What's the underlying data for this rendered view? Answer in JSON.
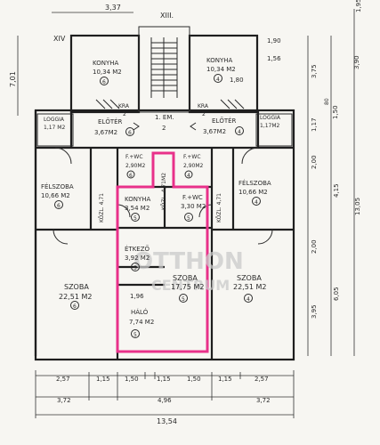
{
  "labels": {
    "top_dim": "3,37",
    "stair_no": "XIII.",
    "wing_no": "XIV",
    "left_dim": "7,01",
    "right_top_dim": "1,95",
    "right_3_90": "3,90",
    "right_3_75": "3,75",
    "right_1_80_small": "80",
    "right_1_50": "1,50",
    "right_1_17": "1,17",
    "right_2_00a": "2,00",
    "right_4_15": "4,15",
    "right_13_05": "13,05",
    "right_2_00b": "2,00",
    "right_6_05": "6,05",
    "right_3_95": "3,95",
    "dim_1_90": "1,90",
    "dim_1_56": "1,56",
    "dim_1_80": "1,80",
    "landing": "1. EM.",
    "landing_no": "2",
    "kamra": "KRA",
    "kamra_no_l": "2",
    "kamra_no_r": "2",
    "loggia_l_name": "LOGGIA",
    "loggia_l_area": "1,17 M2",
    "loggia_r_name": "LOGGIA",
    "loggia_r_area": "1,17M2",
    "kozl_l": "KÖZL. 4,71",
    "kozl_c": "KÖZL. 4,71M2",
    "kozl_r": "KÖZL. 4,71",
    "dim_1_96": "1,96",
    "watermark_line1": "OTTHON",
    "watermark_line2": "CENTRUM"
  },
  "rooms": [
    {
      "name": "KONYHA",
      "area": "10,34 M2",
      "num": "6"
    },
    {
      "name": "KONYHA",
      "area": "10,34 M2",
      "num": "4"
    },
    {
      "name": "ELŐTÉR",
      "area": "3,67M2",
      "num": "6"
    },
    {
      "name": "ELŐTÉR",
      "area": "3,67M2",
      "num": "4"
    },
    {
      "name": "F.+WC",
      "area": "2,90M2",
      "num": "6"
    },
    {
      "name": "F.+WC",
      "area": "2,90M2",
      "num": "4"
    },
    {
      "name": "FÉLSZOBA",
      "area": "10,66 M2",
      "num": "6"
    },
    {
      "name": "FÉLSZOBA",
      "area": "10,66 M2",
      "num": "4"
    },
    {
      "name": "KONYHA",
      "area": "3,54 M2",
      "num": "5"
    },
    {
      "name": "F.+WC",
      "area": "3,30 M2",
      "num": "5"
    },
    {
      "name": "ÉTKEZŐ",
      "area": "3,92 M2",
      "num": "5"
    },
    {
      "name": "SZOBA",
      "area": "22,51 M2",
      "num": "6"
    },
    {
      "name": "SZOBA",
      "area": "17,75 M2",
      "num": "5"
    },
    {
      "name": "SZOBA",
      "area": "22,51 M2",
      "num": "4"
    },
    {
      "name": "HÁLÓ",
      "area": "7,74 M2",
      "num": "5"
    }
  ],
  "bottom_dims": {
    "row1": [
      "2,57",
      "1,15",
      "1,50",
      "1,15",
      "1,50",
      "1,15",
      "2,57"
    ],
    "row2": [
      "3,72",
      "4,96",
      "3,72"
    ],
    "row3": "13,54"
  }
}
